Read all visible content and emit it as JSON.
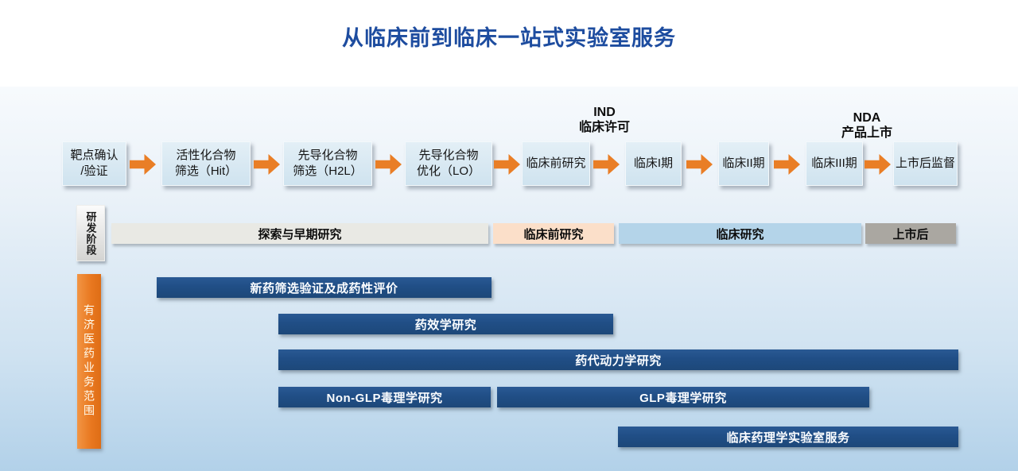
{
  "slide": {
    "title": "从临床前到临床一站式实验室服务"
  },
  "pipeline": {
    "steps": [
      {
        "label": "靶点确认\n/验证"
      },
      {
        "label": "活性化合物\n筛选（Hit）"
      },
      {
        "label": "先导化合物\n筛选（H2L）"
      },
      {
        "label": "先导化合物\n优化（LO）"
      },
      {
        "label": "临床前研究"
      },
      {
        "label": "临床I期"
      },
      {
        "label": "临床II期"
      },
      {
        "label": "临床III期"
      },
      {
        "label": "上市后监督"
      }
    ],
    "milestones": [
      {
        "code": "IND",
        "caption": "临床许可"
      },
      {
        "code": "NDA",
        "caption": "产品上市"
      }
    ]
  },
  "stages": {
    "axis_label": "研发阶段",
    "items": [
      {
        "label": "探索与早期研究",
        "color": "#e9e9e4"
      },
      {
        "label": "临床前研究",
        "color": "#fbdfc9"
      },
      {
        "label": "临床研究",
        "color": "#b4d4e9"
      },
      {
        "label": "上市后",
        "color": "#aaa7a1"
      }
    ]
  },
  "services": {
    "axis_label": "有济医药业务范围",
    "bars": [
      {
        "label": "新药筛选验证及成药性评价"
      },
      {
        "label": "药效学研究"
      },
      {
        "label": "药代动力学研究"
      },
      {
        "label": "Non-GLP毒理学研究"
      },
      {
        "label": "GLP毒理学研究"
      },
      {
        "label": "临床药理学实验室服务"
      }
    ]
  },
  "colors": {
    "title_blue": "#1d4c9f",
    "arrow_orange": "#e97e26",
    "flow_box_fill": "#d7e8f2",
    "service_bar_blue": "#204e86",
    "business_bar_orange": "#ed7d31",
    "background_bottom": "#b2d1e9"
  }
}
